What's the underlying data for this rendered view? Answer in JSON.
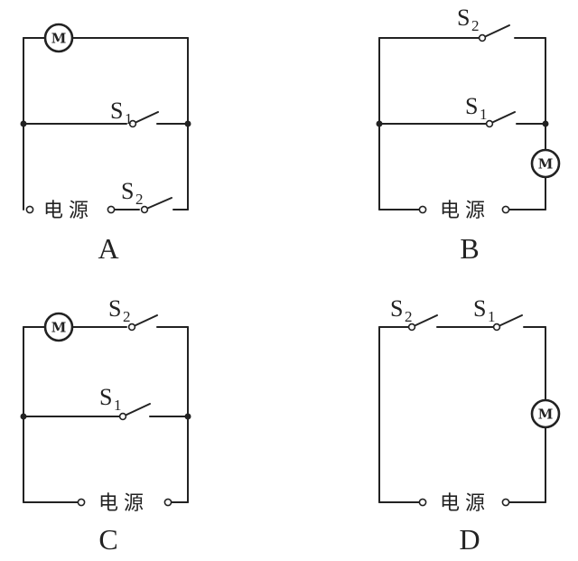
{
  "motor_symbol": "M",
  "source_label": "电源",
  "switch_letter": "S",
  "switch1_sub": "1",
  "switch2_sub": "2",
  "option_labels": {
    "a": "A",
    "b": "B",
    "c": "C",
    "d": "D"
  }
}
